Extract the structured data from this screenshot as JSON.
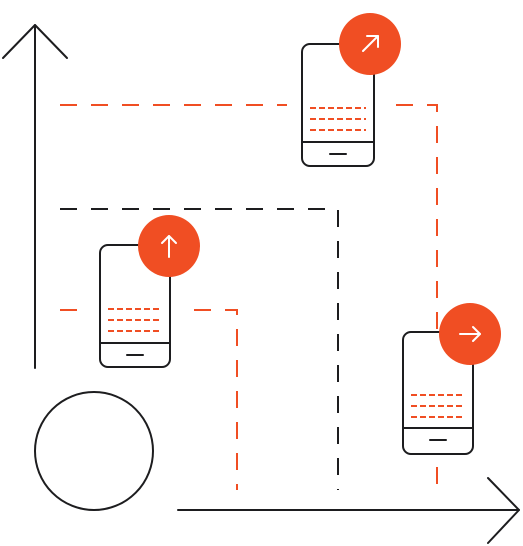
{
  "colors": {
    "background": "#ffffff",
    "ink": "#1d1d1f",
    "accent": "#f04e23",
    "icon_glyph": "#ffffff"
  },
  "phones": [
    {
      "id": "phone-top",
      "badge_icon": "arrow-up-right-icon"
    },
    {
      "id": "phone-left",
      "badge_icon": "arrow-up-icon"
    },
    {
      "id": "phone-right",
      "badge_icon": "arrow-right-icon"
    }
  ],
  "decor": {
    "vertical_axis_icon": "arrow-up-icon",
    "horizontal_axis_icon": "arrow-right-icon",
    "circle": "circle-outline"
  }
}
